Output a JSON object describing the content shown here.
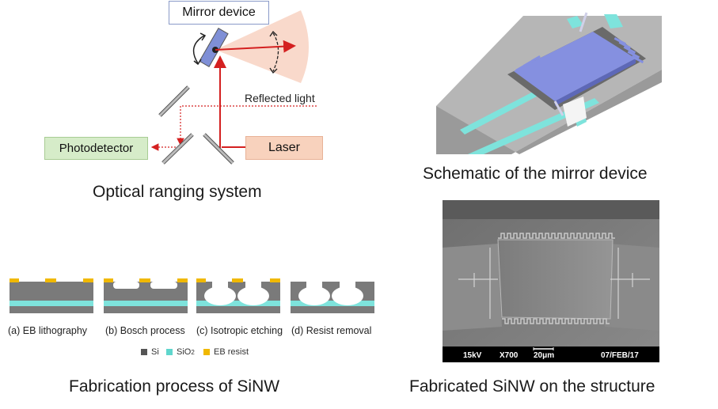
{
  "optical": {
    "mirror_label": "Mirror device",
    "reflected_label": "Reflected light",
    "photodetector_label": "Photodetector",
    "laser_label": "Laser",
    "caption": "Optical ranging system"
  },
  "schematic": {
    "caption": "Schematic of the mirror device"
  },
  "fabrication": {
    "steps": [
      "(a) EB lithography",
      "(b) Bosch process",
      "(c) Isotropic etching",
      "(d) Resist removal"
    ],
    "legend": {
      "si": "Si",
      "sio2": "SiO",
      "sio2_sub": "2",
      "resist": "EB resist"
    },
    "caption": "Fabrication process of SiNW"
  },
  "sem": {
    "voltage": "15kV",
    "magnification": "X700",
    "scale": "20μm",
    "date": "07/FEB/17",
    "caption": "Fabricated SiNW on the structure"
  },
  "colors": {
    "laser_red": "#d42020",
    "cone": "#f8d2c2",
    "mirror_blue": "#7f8fd6",
    "cyan": "#7ee3dc",
    "resist": "#f0b800",
    "si_gray": "#7a7a7a"
  }
}
